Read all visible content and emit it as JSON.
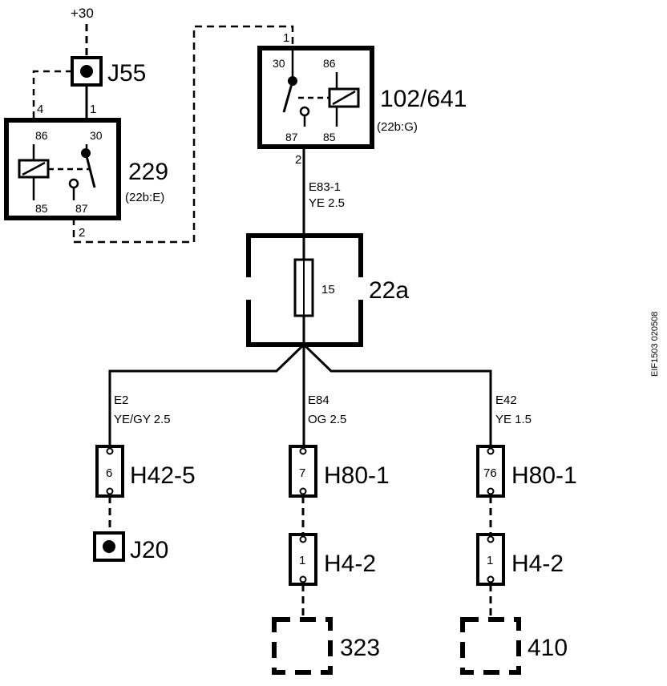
{
  "supply_label": "+30",
  "ground_J55": "J55",
  "ground_J20": "J20",
  "relay_229": {
    "label": "229",
    "ref": "(22b:E)",
    "pins": {
      "p86": "86",
      "p30": "30",
      "p85": "85",
      "p87": "87"
    },
    "wire_top_left": "4",
    "wire_top_right": "1",
    "wire_bottom": "2"
  },
  "relay_102": {
    "label": "102/641",
    "ref": "(22b:G)",
    "pins": {
      "p30": "30",
      "p86": "86",
      "p87": "87",
      "p85": "85"
    },
    "wire_top": "1",
    "wire_bottom": "2"
  },
  "wire_main": {
    "code": "E83-1",
    "spec": "YE   2.5"
  },
  "fuse_box": {
    "label": "22a",
    "fuse": "15"
  },
  "branches": {
    "left": {
      "code": "E2",
      "spec": "YE/GY  2.5",
      "connector": "H42-5",
      "pin": "6"
    },
    "center": {
      "code": "E84",
      "spec": "OG   2.5",
      "connector": "H80-1",
      "pin": "7",
      "sub_connector": "H4-2",
      "sub_pin": "1",
      "component": "323"
    },
    "right": {
      "code": "E42",
      "spec": "YE     1.5",
      "connector": "H80-1",
      "pin": "76",
      "sub_connector": "H4-2",
      "sub_pin": "1",
      "component": "410"
    }
  },
  "side_code": "EIF1503  020508"
}
